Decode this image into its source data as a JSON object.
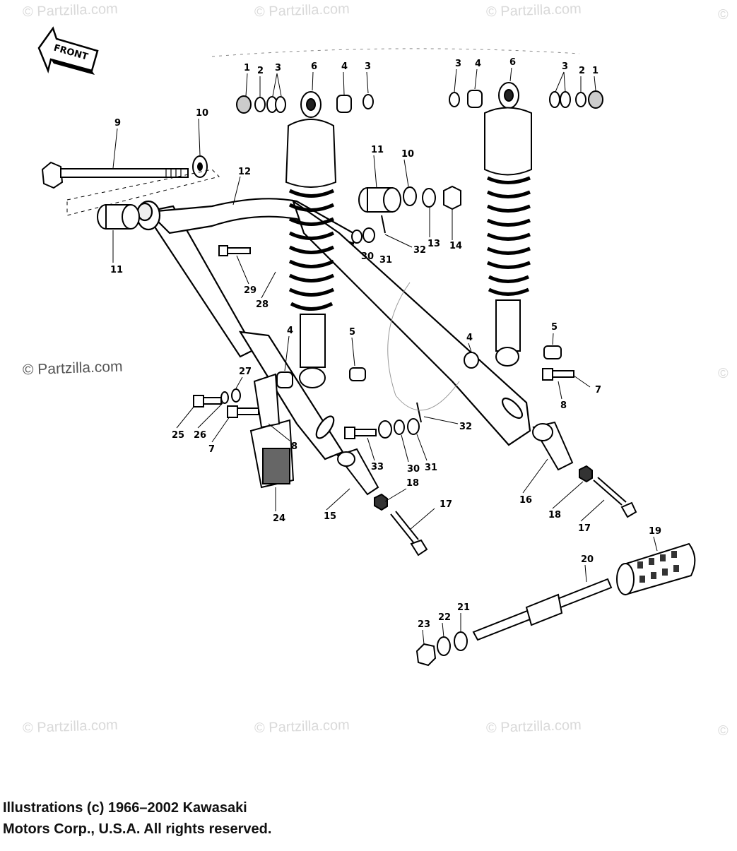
{
  "front_arrow": {
    "label": "FRONT"
  },
  "watermarks": [
    "© Partzilla.com",
    "© Partzilla.com",
    "© Partzilla.com",
    "©",
    "© Partzilla.com",
    "©",
    "© Partzilla.com",
    "© Partzilla.com",
    "© Partzilla.com",
    "©"
  ],
  "callouts": [
    "1",
    "2",
    "3",
    "6",
    "4",
    "3",
    "3",
    "4",
    "6",
    "3",
    "2",
    "1",
    "9",
    "10",
    "11",
    "10",
    "12",
    "11",
    "13",
    "14",
    "30",
    "31",
    "32",
    "29",
    "28",
    "4",
    "5",
    "4",
    "5",
    "27",
    "25",
    "26",
    "7",
    "8",
    "7",
    "8",
    "32",
    "33",
    "30",
    "31",
    "24",
    "18",
    "15",
    "17",
    "16",
    "18",
    "17",
    "19",
    "20",
    "21",
    "22",
    "23"
  ],
  "copyright": {
    "line1": "Illustrations (c) 1966–2002 Kawasaki",
    "line2": "Motors Corp., U.S.A.  All rights reserved."
  }
}
